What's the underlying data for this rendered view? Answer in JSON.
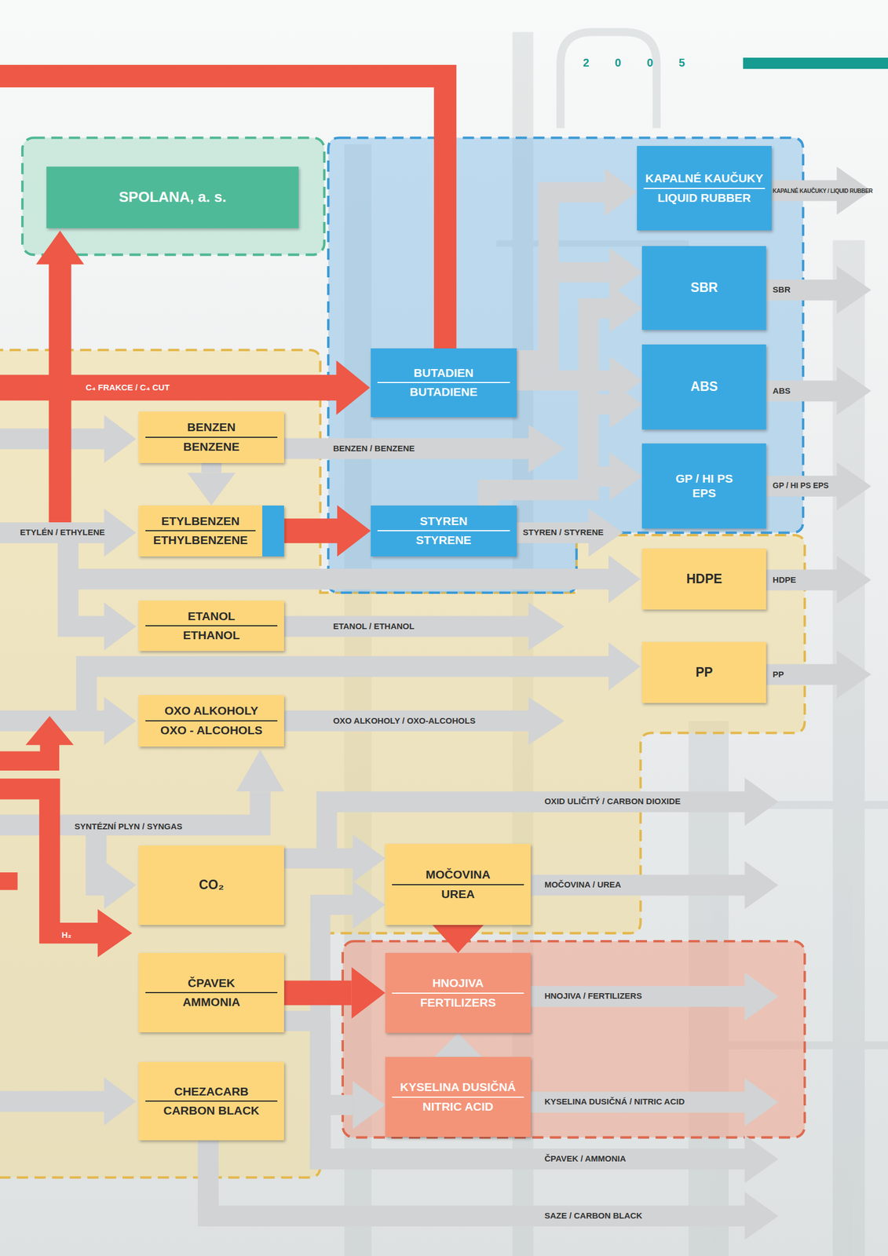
{
  "diagram": {
    "nodes": [
      {
        "text": [
          "SPOLANA, a. s."
        ]
      },
      {
        "text": [
          "KAPALNÉ KAUČUKY",
          "LIQUID RUBBER"
        ]
      },
      {
        "text": [
          "SBR"
        ]
      },
      {
        "text": [
          "ABS"
        ]
      },
      {
        "text": [
          "GP / HI PS EPS"
        ]
      },
      {
        "text": [
          "BUTADIEN",
          "BUTADIENE"
        ]
      },
      {
        "text": [
          "BENZEN",
          "BENZENE"
        ]
      },
      {
        "text": [
          "ETYLBENZEN",
          "ETHYLBENZENE"
        ]
      },
      {
        "text": [
          "STYREN",
          "STYRENE"
        ]
      },
      {
        "text": [
          "HDPE"
        ]
      },
      {
        "text": [
          "ETANOL",
          "ETHANOL"
        ]
      },
      {
        "text": [
          "PP"
        ]
      },
      {
        "text": [
          "OXO ALKOHOLY",
          "OXO - ALCOHOLS"
        ]
      },
      {
        "text": [
          "CO₂"
        ]
      },
      {
        "text": [
          "MOČOVINA",
          "UREA"
        ]
      },
      {
        "text": [
          "ČPAVEK",
          "AMMONIA"
        ]
      },
      {
        "text": [
          "HNOJIVA",
          "FERTILIZERS"
        ]
      },
      {
        "text": [
          "CHEZACARB",
          "CARBON BLACK"
        ]
      },
      {
        "text": [
          "KYSELINA DUSIČNÁ",
          "NITRIC ACID"
        ]
      }
    ],
    "edges": [
      {
        "from": 5,
        "to": 1,
        "arrow": "to"
      },
      {
        "from": 5,
        "to": 2,
        "arrow": "to"
      },
      {
        "from": 5,
        "to": 3,
        "arrow": "to"
      },
      {
        "from": 6,
        "to": 7,
        "arrow": "to"
      },
      {
        "from": 7,
        "to": 8,
        "arrow": "to"
      },
      {
        "from": 8,
        "to": 2,
        "arrow": "to"
      },
      {
        "from": 8,
        "to": 3,
        "arrow": "to"
      },
      {
        "from": 8,
        "to": 4,
        "arrow": "to"
      },
      {
        "from": 13,
        "to": 14,
        "arrow": "to"
      },
      {
        "from": 15,
        "to": 14,
        "arrow": "to"
      },
      {
        "from": 15,
        "to": 18,
        "arrow": "to"
      },
      {
        "from": 15,
        "to": 16,
        "arrow": "to"
      },
      {
        "from": 14,
        "to": 16,
        "arrow": "to"
      },
      {
        "from": 18,
        "to": 16,
        "arrow": "to"
      }
    ],
    "labels": [
      "2005",
      "C₄ FRAKCE / C₄ CUT",
      "KAPALNÉ KAUČUKY / LIQUID RUBBER",
      "SBR",
      "ABS",
      "BENZEN / BENZENE",
      "ETYLÉN / ETHYLENE",
      "STYREN / STYRENE",
      "GP / HI PS EPS",
      "HDPE",
      "ETANOL / ETHANOL",
      "PP",
      "OXO ALKOHOLY / OXO-ALCOHOLS",
      "OXID ULIČITÝ / CARBON DIOXIDE",
      "SYNTÉZNÍ PLYN / SYNGAS",
      "MOČOVINA / UREA",
      "H₂",
      "HNOJIVA / FERTILIZERS",
      "KYSELINA DUSIČNÁ / NITRIC ACID",
      "ČPAVEK / AMMONIA",
      "SAZE / CARBON BLACK"
    ]
  }
}
